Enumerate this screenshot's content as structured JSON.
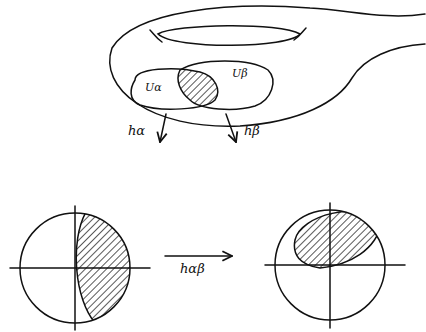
{
  "diagram": {
    "labels": [
      "Uα",
      "Uβ",
      "hα",
      "hβ",
      "hαβ"
    ]
  }
}
